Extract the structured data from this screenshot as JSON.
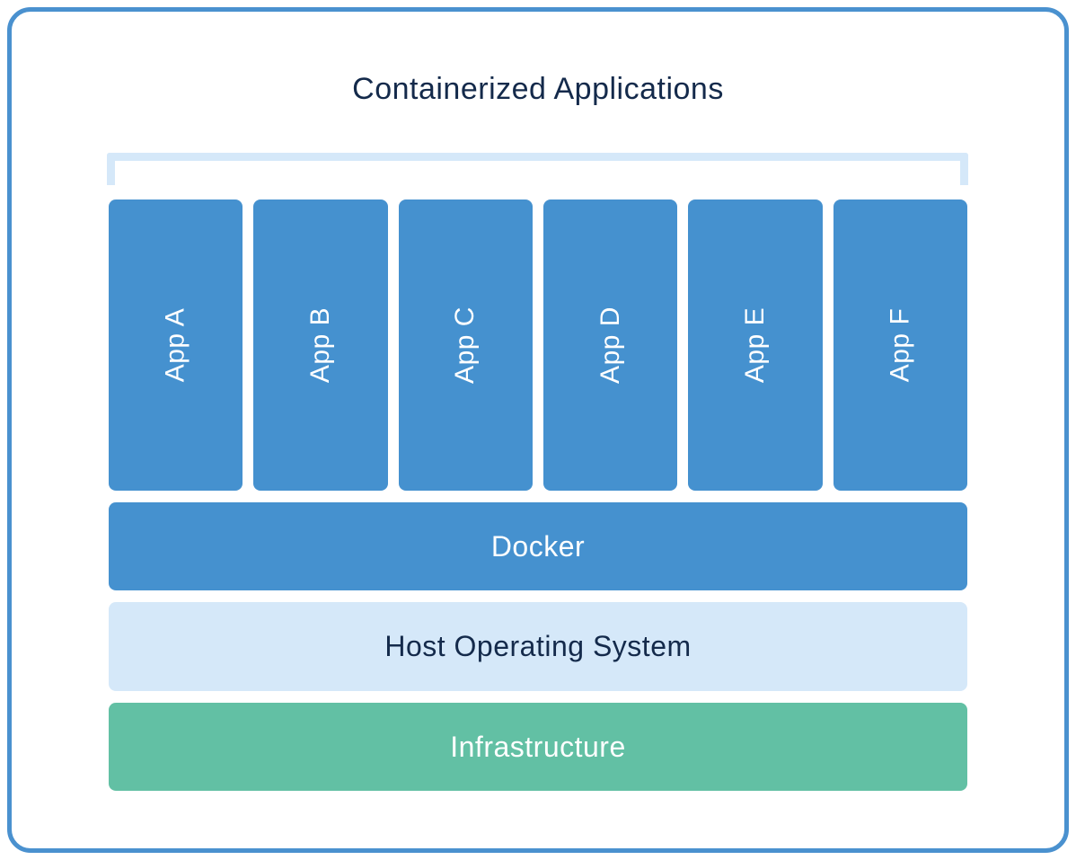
{
  "diagram": {
    "title": "Containerized Applications",
    "apps": [
      {
        "label": "App A"
      },
      {
        "label": "App B"
      },
      {
        "label": "App C"
      },
      {
        "label": "App D"
      },
      {
        "label": "App E"
      },
      {
        "label": "App F"
      }
    ],
    "layers": [
      {
        "id": "docker",
        "label": "Docker",
        "background": "#4591cf",
        "text_color": "#ffffff"
      },
      {
        "id": "host-os",
        "label": "Host Operating System",
        "background": "#d5e8f9",
        "text_color": "#142a4b"
      },
      {
        "id": "infrastructure",
        "label": "Infrastructure",
        "background": "#62c0a4",
        "text_color": "#ffffff"
      }
    ],
    "colors": {
      "app_blue": "#4591cf",
      "bracket_light_blue": "#d5e8f9",
      "frame_border_blue": "#4a91cf",
      "title_navy": "#142a4b",
      "app_text_white": "#ffffff"
    }
  }
}
